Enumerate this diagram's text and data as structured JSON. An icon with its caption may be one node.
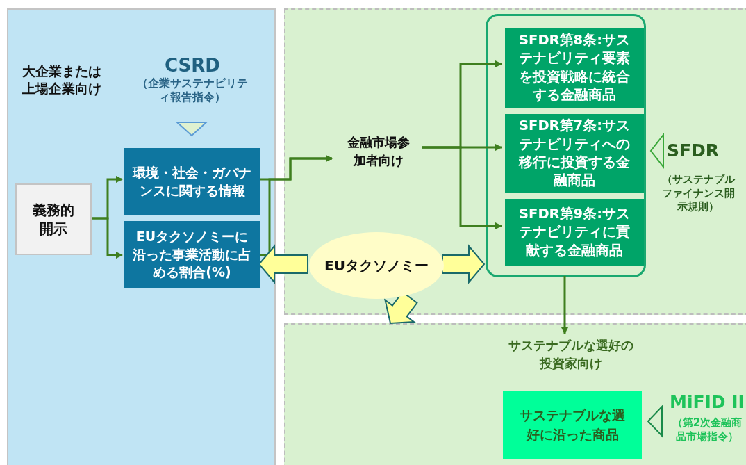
{
  "diagram": {
    "nodes": [
      {
        "text": [
          "大企業または上場企業向け"
        ]
      },
      {
        "text": [
          "義務的開示"
        ],
        "in": 0
      },
      {
        "text": [
          "環境・社会・ガバナンスに関する情報"
        ],
        "in": 0
      },
      {
        "text": [
          "EUタクソノミーに沿った事業活動に占める割合(%)"
        ],
        "in": 0
      },
      {
        "text": [],
        "shape": "box"
      },
      {
        "text": [
          "金融市場参加者向け"
        ],
        "in": 4
      },
      {
        "text": [
          "EUタクソノミー"
        ],
        "in": 4
      },
      {
        "text": [],
        "shape": "box",
        "in": 4,
        "beside": [
          "SFDR",
          "（サステナブルファイナンス開示規則）"
        ]
      },
      {
        "text": [
          "SFDR第8条:サステナビリティ要素を投資戦略に統合する金融商品"
        ],
        "in": 7
      },
      {
        "text": [
          "SFDR第7条:サステナビリティへの移行に投資する金融商品"
        ],
        "in": 7
      },
      {
        "text": [
          "SFDR第9条:サステナビリティに貢献する金融商品"
        ],
        "in": 7
      },
      {
        "text": [],
        "shape": "box"
      },
      {
        "text": [
          "サステナブルな選好の投資家向け"
        ],
        "in": 11
      },
      {
        "text": [
          "サステナブルな選好に沿った商品"
        ],
        "in": 11,
        "beside": [
          "MiFID II",
          "（第2次金融商品市場指令）"
        ]
      }
    ],
    "edges": [
      {
        "from": 1,
        "to": 2,
        "arrow": "to"
      },
      {
        "from": 1,
        "to": 3,
        "arrow": "to"
      },
      {
        "from": 2,
        "to": 5,
        "arrow": "to"
      },
      {
        "from": 3,
        "to": 5,
        "arrow": "to"
      },
      {
        "from": 5,
        "to": 8,
        "arrow": "to"
      },
      {
        "from": 5,
        "to": 9,
        "arrow": "to"
      },
      {
        "from": 5,
        "to": 10,
        "arrow": "to"
      },
      {
        "from": 6,
        "to": 3,
        "arrow": "to",
        "style": "thick",
        "color": "#ffff99"
      },
      {
        "from": 6,
        "to": 7,
        "arrow": "to",
        "style": "thick",
        "color": "#ffff99"
      },
      {
        "from": 6,
        "to": 11,
        "arrow": "to",
        "style": "thick",
        "color": "#ffff99"
      },
      {
        "from": 7,
        "to": 12,
        "arrow": "to"
      }
    ],
    "labels": [
      "CSRD",
      "（企業サステナビリティ報告指令）"
    ]
  }
}
